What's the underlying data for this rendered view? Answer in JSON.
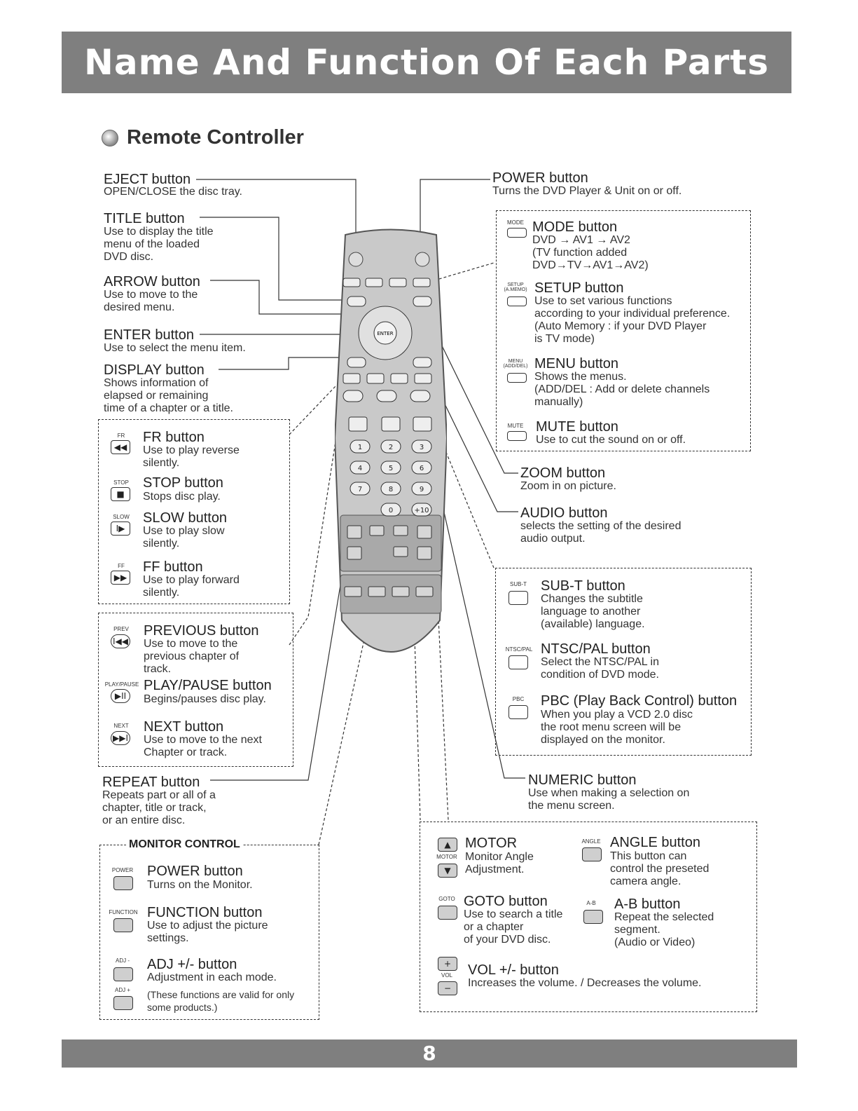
{
  "header": {
    "title": "Name And Function Of Each Parts"
  },
  "section": {
    "title": "Remote Controller"
  },
  "left": {
    "eject": {
      "label": "EJECT button",
      "desc": "OPEN/CLOSE the disc tray."
    },
    "title": {
      "label": "TITLE button",
      "desc": "Use to display the title\nmenu of the loaded\nDVD disc."
    },
    "arrow": {
      "label": "ARROW button",
      "desc": "Use to move to the\ndesired menu."
    },
    "enter": {
      "label": "ENTER button",
      "desc": "Use to select the menu item."
    },
    "display": {
      "label": "DISPLAY button",
      "desc": "Shows information of\nelapsed or remaining\ntime of a chapter or a title."
    },
    "fr": {
      "cap": "FR",
      "label": "FR button",
      "desc": "Use to play reverse\nsilently."
    },
    "stop": {
      "cap": "STOP",
      "label": "STOP button",
      "desc": "Stops disc play."
    },
    "slow": {
      "cap": "SLOW",
      "label": "SLOW button",
      "desc": "Use to play slow\nsilently."
    },
    "ff": {
      "cap": "FF",
      "label": "FF button",
      "desc": "Use to play forward\nsilently."
    },
    "prev": {
      "cap": "PREV",
      "label": "PREVIOUS button",
      "desc": "Use to move to the\nprevious chapter of\ntrack."
    },
    "play": {
      "cap": "PLAY/PAUSE",
      "label": "PLAY/PAUSE button",
      "desc": "Begins/pauses disc play."
    },
    "next": {
      "cap": "NEXT",
      "label": "NEXT button",
      "desc": "Use to move to the next\nChapter or track."
    },
    "repeat": {
      "label": "REPEAT button",
      "desc": "Repeats part or all of a\nchapter, title or track,\nor an entire disc."
    }
  },
  "monitor": {
    "heading": "MONITOR CONTROL",
    "power": {
      "cap": "POWER",
      "label": "POWER button",
      "desc": "Turns on the Monitor."
    },
    "function": {
      "cap": "FUNCTION",
      "label": "FUNCTION button",
      "desc": "Use to adjust the picture\nsettings."
    },
    "adj": {
      "cap_minus": "ADJ -",
      "cap_plus": "ADJ +",
      "label": "ADJ +/- button",
      "desc": "Adjustment in each mode.",
      "note": "(These functions are valid for only\nsome products.)"
    }
  },
  "right": {
    "power": {
      "label": "POWER button",
      "desc": "Turns the DVD Player & Unit on or off."
    },
    "mode": {
      "cap": "MODE",
      "label": "MODE button",
      "desc": "DVD → AV1 → AV2\n(TV function added\nDVD→TV→AV1→AV2)"
    },
    "setup": {
      "cap": "SETUP (A.MEMO)",
      "label": "SETUP button",
      "desc": "Use to set various functions\naccording to your individual preference.\n(Auto Memory : if your DVD Player\nis TV mode)"
    },
    "menu": {
      "cap": "MENU (ADD/DEL)",
      "label": "MENU button",
      "desc": "Shows the menus.\n(ADD/DEL : Add or delete channels\nmanually)"
    },
    "mute": {
      "cap": "MUTE",
      "label": "MUTE button",
      "desc": "Use to cut the sound on or off."
    },
    "zoom": {
      "label": "ZOOM button",
      "desc": "Zoom in on picture."
    },
    "audio": {
      "label": "AUDIO button",
      "desc": "selects the setting of the desired\naudio output."
    },
    "subt": {
      "cap": "SUB-T",
      "label": "SUB-T button",
      "desc": "Changes the subtitle\nlanguage to another\n(available) language."
    },
    "ntsc": {
      "cap": "NTSC/PAL",
      "label": "NTSC/PAL button",
      "desc": "Select the NTSC/PAL in\ncondition of DVD mode."
    },
    "pbc": {
      "cap": "PBC",
      "label": "PBC (Play Back Control) button",
      "desc": "When you play a VCD 2.0 disc\nthe root menu screen will be\ndisplayed on the monitor."
    },
    "numeric": {
      "label": "NUMERIC button",
      "desc": "Use when making a selection on\nthe menu screen."
    },
    "motor": {
      "cap": "MOTOR",
      "label": "MOTOR",
      "desc": "Monitor Angle\nAdjustment."
    },
    "angle": {
      "cap": "ANGLE",
      "label": "ANGLE button",
      "desc": "This button can\ncontrol the preseted\ncamera angle."
    },
    "goto": {
      "cap": "GOTO",
      "label": "GOTO button",
      "desc": "Use to search a title\nor a chapter\nof your DVD disc."
    },
    "ab": {
      "cap": "A-B",
      "label": "A-B button",
      "desc": "Repeat the selected\nsegment.\n(Audio or Video)"
    },
    "vol": {
      "cap": "VOL",
      "label": "VOL +/- button",
      "desc": "Increases the volume. / Decreases the volume."
    }
  },
  "remote": {
    "enter": "ENTER",
    "keys": [
      "1",
      "2",
      "3",
      "4",
      "5",
      "6",
      "7",
      "8",
      "9",
      "0",
      "+10"
    ]
  },
  "footer": {
    "page": "8"
  }
}
